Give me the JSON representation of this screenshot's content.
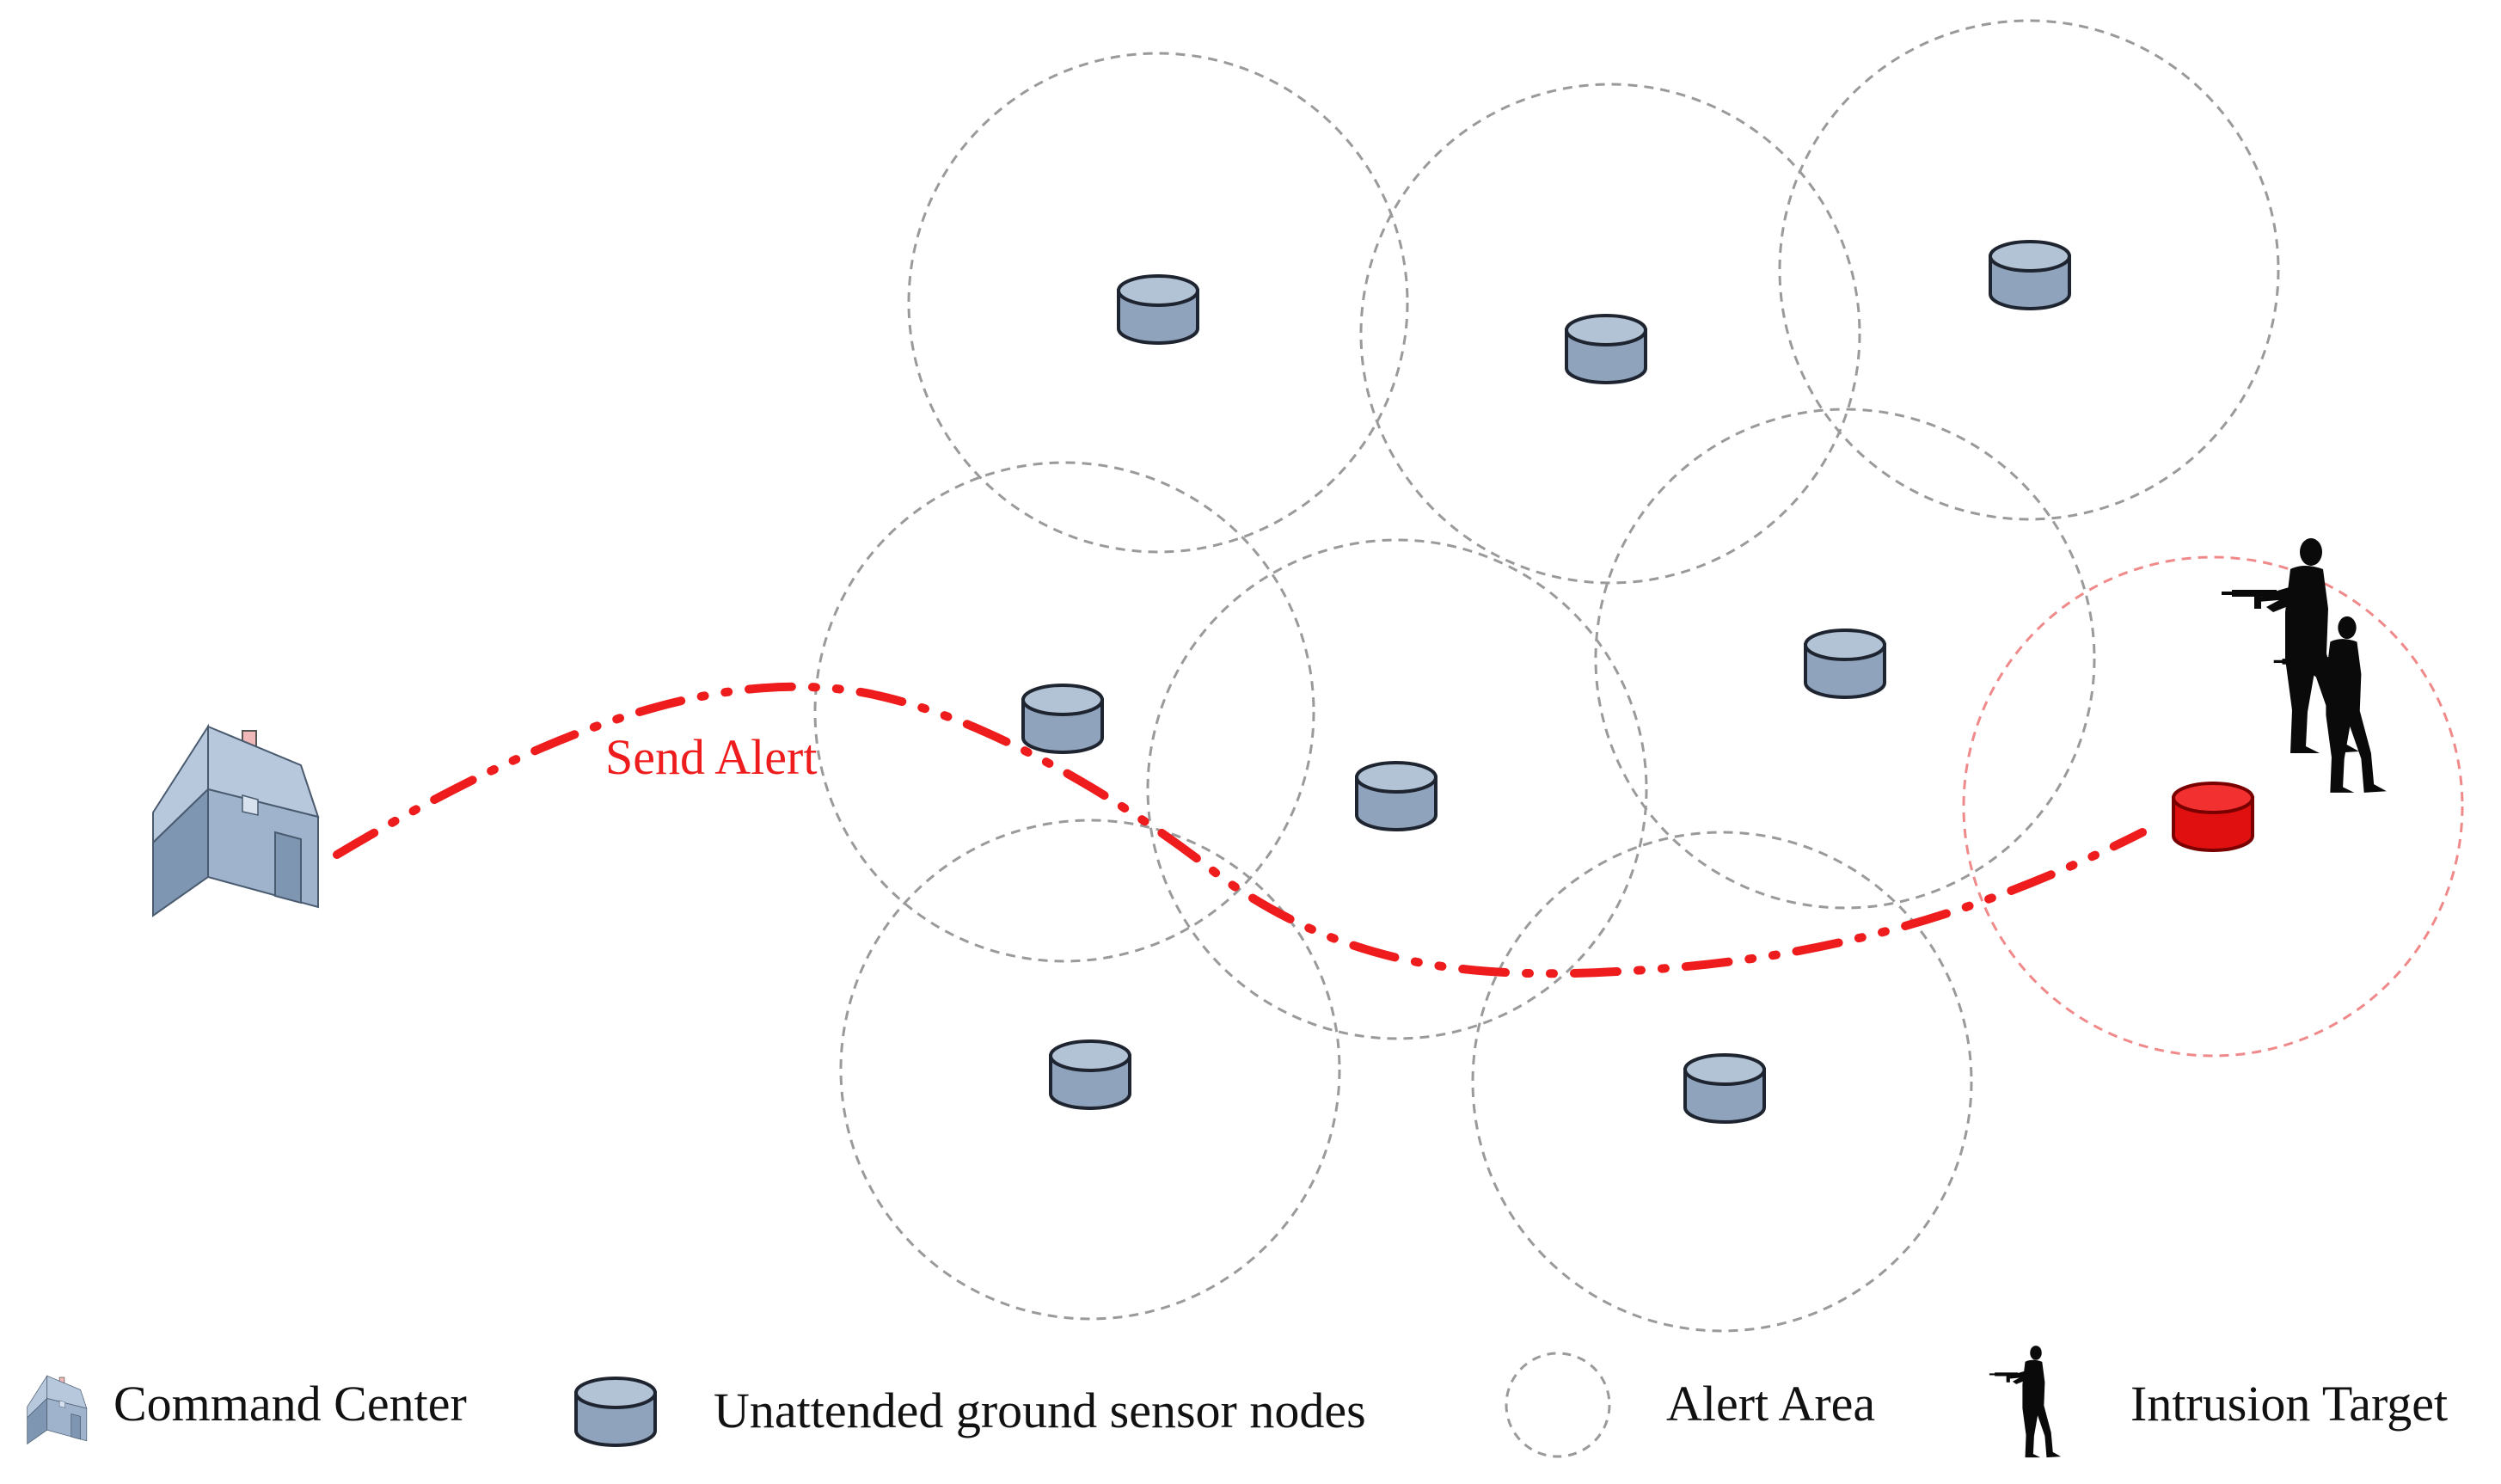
{
  "diagram": {
    "path_label": "Send Alert",
    "colors": {
      "alert": "#ee1c1c",
      "sensor_fill": "#8fa3bd",
      "sensor_top": "#b3c3d6",
      "sensor_outline": "#1e2530",
      "house_front": "#9fb3cc",
      "house_side": "#7f96b3",
      "house_roof": "#b8c8dc",
      "chimney": "#f0b8b8",
      "coverage_circle": "#9a9a9a",
      "active_circle": "#f08a8a",
      "silhouette": "#0a0a0a"
    },
    "icons": {
      "command_center": "house-icon",
      "sensor": "cylinder-icon",
      "alert_area": "dashed-circle-icon",
      "intruder": "soldier-silhouette-icon"
    }
  },
  "legend": {
    "items": [
      {
        "label": "Command Center",
        "icon": "house-icon"
      },
      {
        "label": "Unattended ground sensor nodes",
        "icon": "cylinder-icon"
      },
      {
        "label": "Alert Area",
        "icon": "dashed-circle-icon"
      },
      {
        "label": "Intrusion Target",
        "icon": "soldier-silhouette-icon"
      }
    ]
  }
}
